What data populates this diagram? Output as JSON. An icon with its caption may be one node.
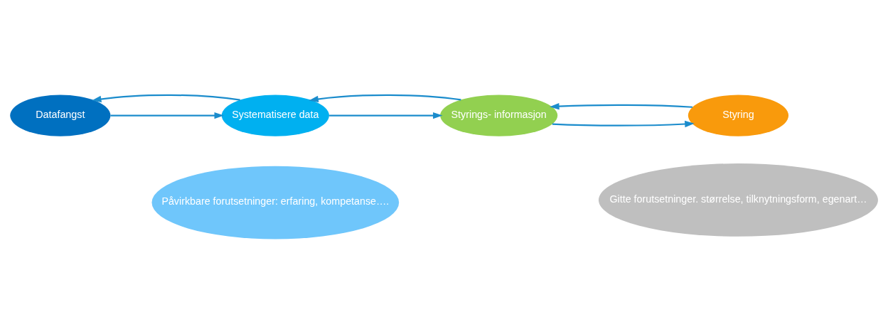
{
  "diagram": {
    "nodes": [
      {
        "text": [
          "Påvirkbare forutsetninger: erfaring, kompetanse…."
        ]
      },
      {
        "text": [
          "Styring"
        ]
      },
      {
        "text": [
          "Styrings- informasjon"
        ]
      },
      {
        "text": [
          "Systematisere data"
        ]
      },
      {
        "text": [
          "Gitte forutsetninger. størrelse, tilknytningsform, egenart…"
        ]
      },
      {
        "text": [
          "Datafangst"
        ]
      }
    ],
    "edges": [
      {
        "from": 5,
        "to": 3,
        "arrow": "to"
      },
      {
        "from": 3,
        "to": 5,
        "arrow": "to"
      },
      {
        "from": 3,
        "to": 2,
        "arrow": "to"
      },
      {
        "from": 2,
        "to": 3,
        "arrow": "to"
      },
      {
        "from": 2,
        "to": 1,
        "arrow": "to"
      },
      {
        "from": 1,
        "to": 2,
        "arrow": "to"
      }
    ]
  }
}
